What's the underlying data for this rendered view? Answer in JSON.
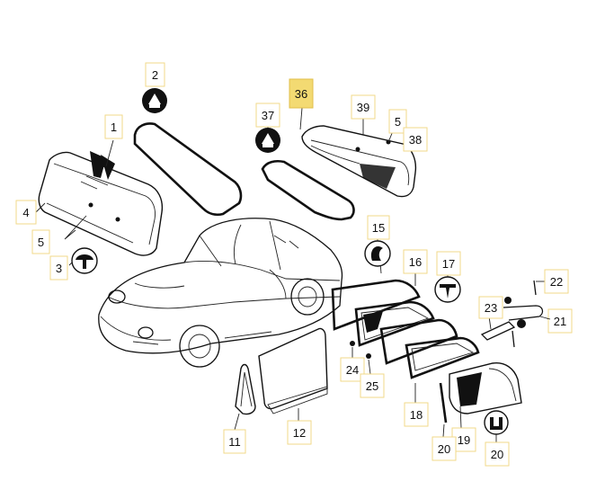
{
  "callouts": [
    {
      "id": "c1",
      "text": "1"
    },
    {
      "id": "c2",
      "text": "2"
    },
    {
      "id": "c3",
      "text": "3"
    },
    {
      "id": "c4",
      "text": "4"
    },
    {
      "id": "c5a",
      "text": "5"
    },
    {
      "id": "c5b",
      "text": "5"
    },
    {
      "id": "c11",
      "text": "11"
    },
    {
      "id": "c12",
      "text": "12"
    },
    {
      "id": "c15",
      "text": "15"
    },
    {
      "id": "c16",
      "text": "16"
    },
    {
      "id": "c17",
      "text": "17"
    },
    {
      "id": "c18",
      "text": "18"
    },
    {
      "id": "c19",
      "text": "19"
    },
    {
      "id": "c20a",
      "text": "20"
    },
    {
      "id": "c20b",
      "text": "20"
    },
    {
      "id": "c21",
      "text": "21"
    },
    {
      "id": "c22",
      "text": "22"
    },
    {
      "id": "c23",
      "text": "23"
    },
    {
      "id": "c24",
      "text": "24"
    },
    {
      "id": "c25",
      "text": "25"
    },
    {
      "id": "c36",
      "text": "36",
      "highlighted": true
    },
    {
      "id": "c37",
      "text": "37"
    },
    {
      "id": "c38",
      "text": "38"
    },
    {
      "id": "c39",
      "text": "39"
    }
  ],
  "colors": {
    "line": "#111111",
    "label_box_border": "#f2d98a",
    "highlight_fill": "#f3da72",
    "background": "#ffffff"
  },
  "icons": [
    "adhesive-tube-icon",
    "clip-icon",
    "pin-icon",
    "seal-profile-icon"
  ]
}
